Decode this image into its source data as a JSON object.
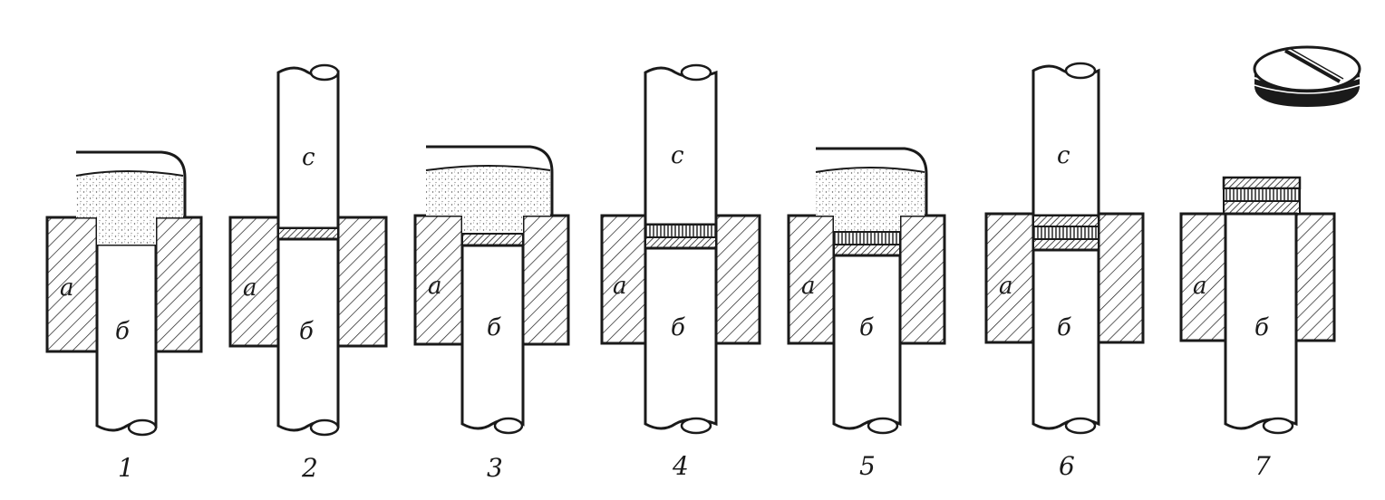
{
  "figure": {
    "stages": [
      {
        "number": "1",
        "die_label": "а",
        "lower_punch_label": "б",
        "upper_punch_label": "",
        "state": "fill"
      },
      {
        "number": "2",
        "die_label": "а",
        "lower_punch_label": "б",
        "upper_punch_label": "c",
        "state": "press-1"
      },
      {
        "number": "3",
        "die_label": "а",
        "lower_punch_label": "б",
        "upper_punch_label": "",
        "state": "fill-2"
      },
      {
        "number": "4",
        "die_label": "а",
        "lower_punch_label": "б",
        "upper_punch_label": "c",
        "state": "press-2"
      },
      {
        "number": "5",
        "die_label": "а",
        "lower_punch_label": "б",
        "upper_punch_label": "",
        "state": "fill-3"
      },
      {
        "number": "6",
        "die_label": "а",
        "lower_punch_label": "б",
        "upper_punch_label": "c",
        "state": "press-3"
      },
      {
        "number": "7",
        "die_label": "а",
        "lower_punch_label": "б",
        "upper_punch_label": "",
        "state": "eject"
      }
    ],
    "colors": {
      "ink": "#1a1a1a",
      "paper": "#ffffff",
      "powder": "#e6e6e6",
      "dark_layer": "#333333"
    }
  }
}
